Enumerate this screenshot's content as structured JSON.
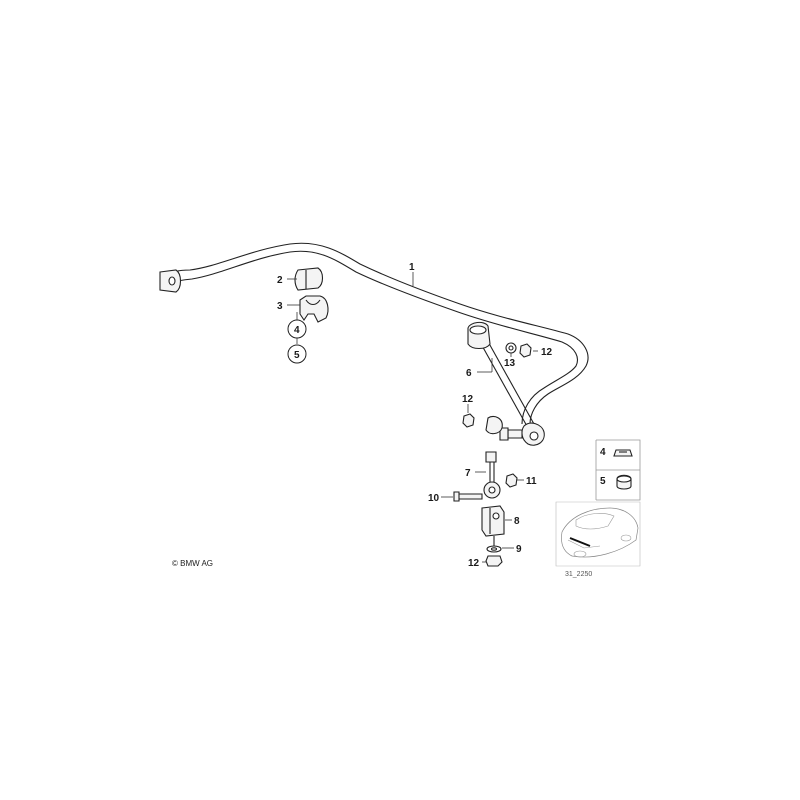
{
  "callouts": {
    "c1": "1",
    "c2": "2",
    "c3": "3",
    "c4": "4",
    "c5": "5",
    "c6": "6",
    "c7": "7",
    "c8": "8",
    "c9": "9",
    "c10": "10",
    "c11": "11",
    "c12a": "12",
    "c12b": "12",
    "c12c": "12",
    "c13": "13"
  },
  "inset": {
    "label4": "4",
    "label5": "5",
    "diagram_id": "31_2250"
  },
  "copyright": "© BMW AG"
}
